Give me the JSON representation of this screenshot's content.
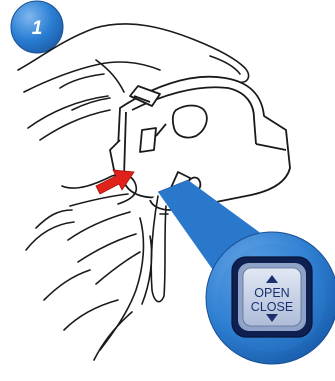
{
  "step": {
    "number": "1"
  },
  "button": {
    "line1": "OPEN",
    "line2": "CLOSE"
  },
  "icons": {
    "step_badge": "step-number-badge",
    "press_arrow": "press-arrow-icon",
    "up_triangle": "triangle-up-icon",
    "down_triangle": "triangle-down-icon"
  },
  "colors": {
    "accent_blue": "#1f6fc0",
    "badge_blue": "#2a7fd4",
    "press_arrow": "#e0221b",
    "button_face": "#c9d4e8",
    "button_text": "#1b2f6e",
    "line_art": "#1a1a1a"
  }
}
